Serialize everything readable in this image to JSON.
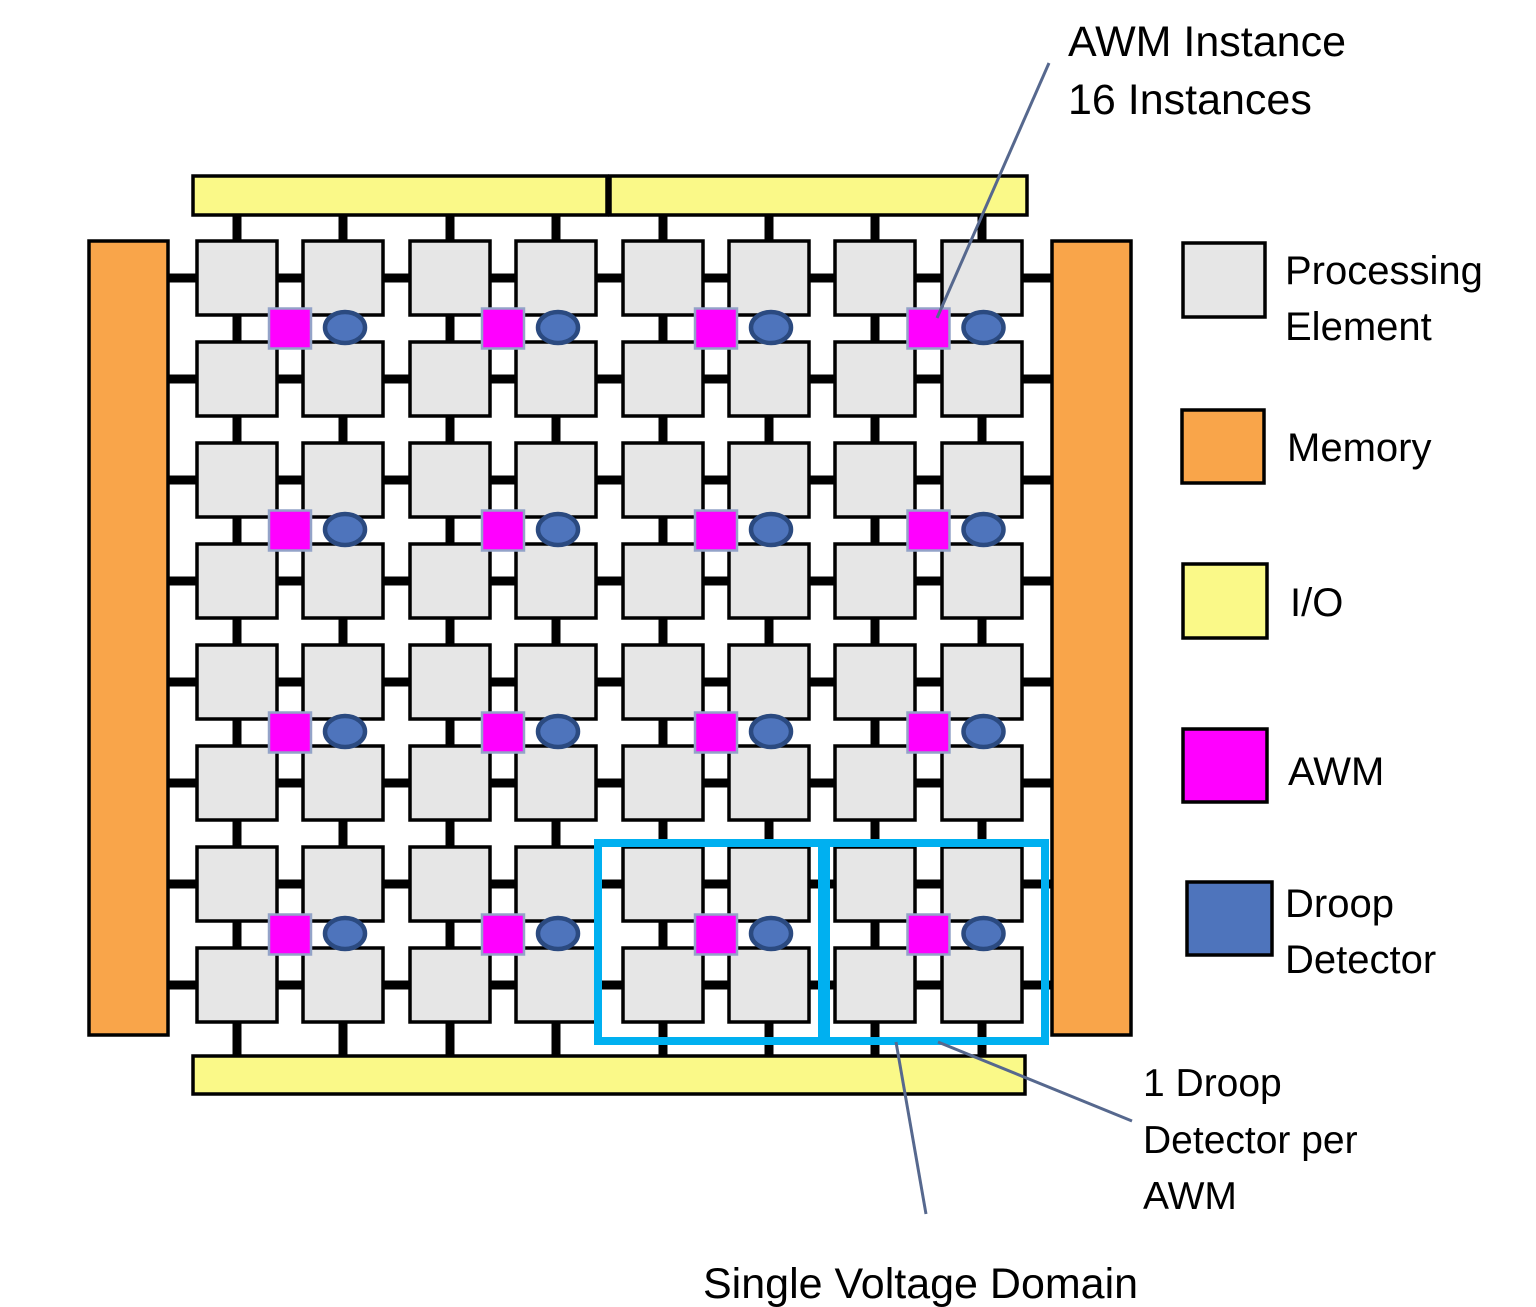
{
  "palette": {
    "processing_element": "#E6E6E6",
    "memory": "#F9A54A",
    "io": "#FAF988",
    "awm": "#FF00FF",
    "awm_outline": "#93A3C8",
    "droop_detector_fill": "#4E74BC",
    "droop_detector_border": "#2B4A80",
    "voltage_domain_box": "#00B0F0",
    "leader_line": "#56688E",
    "link_black": "#000000"
  },
  "grid": {
    "pe_columns": 8,
    "pe_rows": 8,
    "awm_grid_columns": 4,
    "awm_grid_rows": 4,
    "awm_instances": 16,
    "droop_detectors_per_awm": 1,
    "memory_blocks": 2,
    "top_io_segments": 2,
    "bottom_io_segments": 1,
    "voltage_domain_boxes": 2
  },
  "annotations": {
    "awm_instance": {
      "lines": [
        "AWM Instance",
        "16 Instances"
      ]
    },
    "droop_per_awm": {
      "lines": [
        "1 Droop",
        "Detector per",
        "AWM"
      ]
    },
    "voltage_domain": {
      "lines": [
        "Single Voltage Domain"
      ]
    }
  },
  "legend": {
    "items": [
      {
        "id": "processing-element",
        "lines": [
          "Processing",
          "Element"
        ],
        "color": "#E6E6E6"
      },
      {
        "id": "memory",
        "lines": [
          "Memory"
        ],
        "color": "#F9A54A"
      },
      {
        "id": "io",
        "lines": [
          "I/O"
        ],
        "color": "#FAF988"
      },
      {
        "id": "awm",
        "lines": [
          "AWM"
        ],
        "color": "#FF00FF"
      },
      {
        "id": "droop-detector",
        "lines": [
          "Droop",
          "Detector"
        ],
        "color": "#4E74BC"
      }
    ]
  }
}
